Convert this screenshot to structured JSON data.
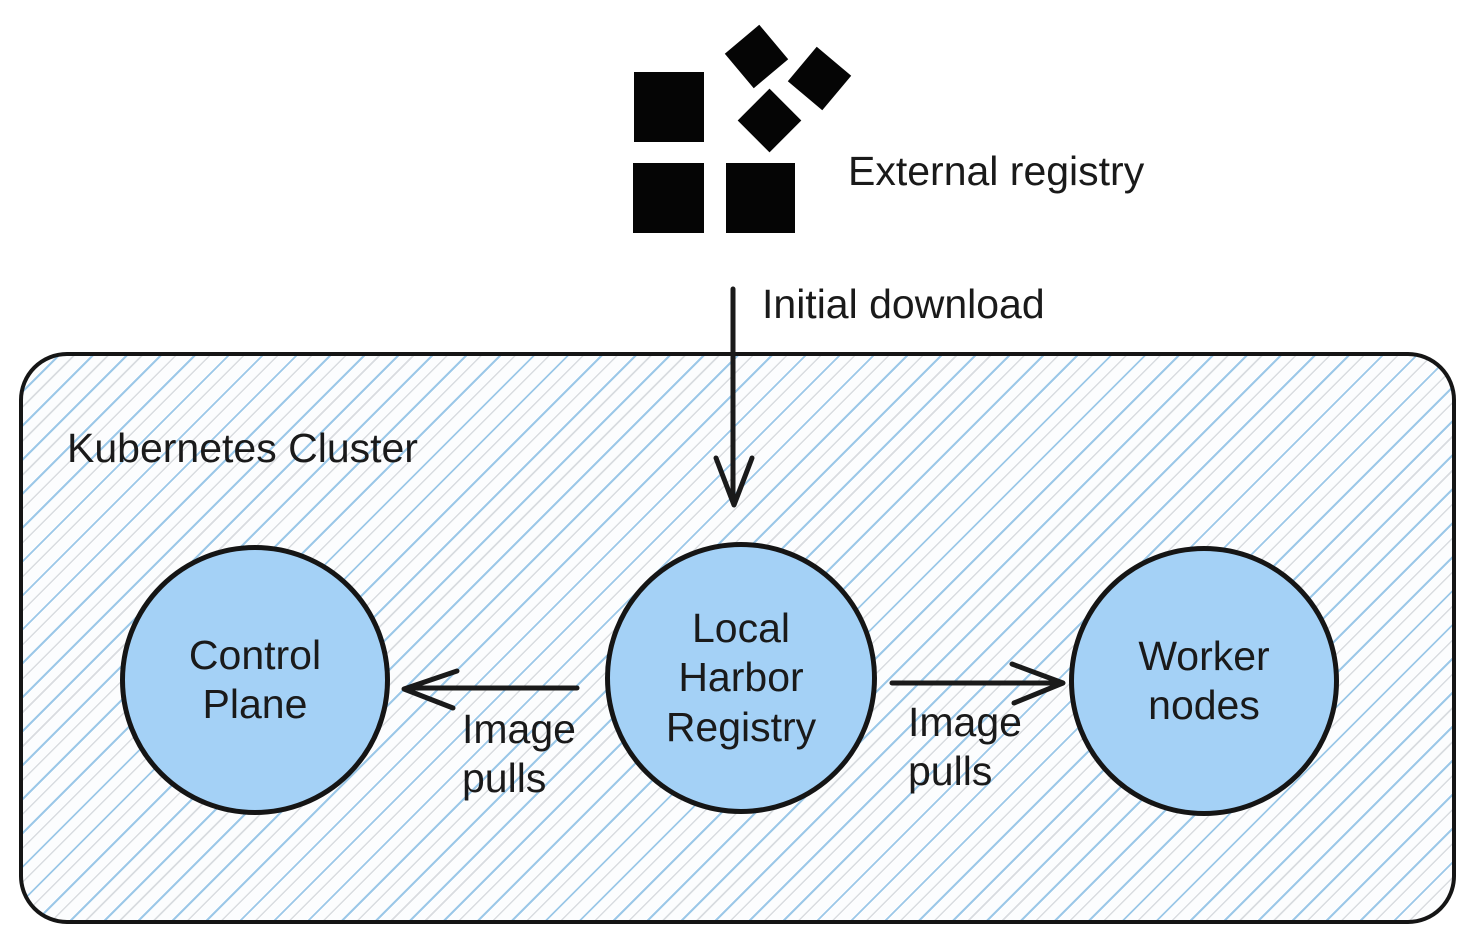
{
  "diagram": {
    "title_none": "",
    "external_registry": {
      "label": "External registry",
      "icon": "container-registry-icon"
    },
    "arrows": {
      "initial_download_label": "Initial download",
      "image_pulls_left_label": "Image\npulls",
      "image_pulls_right_label": "Image\npulls"
    },
    "cluster": {
      "label": "Kubernetes Cluster",
      "nodes": [
        {
          "id": "control-plane",
          "label": "Control\nPlane"
        },
        {
          "id": "local-harbor-registry",
          "label": "Local\nHarbor\nRegistry"
        },
        {
          "id": "worker-nodes",
          "label": "Worker\nnodes"
        }
      ]
    },
    "colors": {
      "node_fill": "#a4d1f6",
      "stroke": "#1a1a1a",
      "hatch_line_blue": "#9cc8e8",
      "cluster_background": "#fcfdfe",
      "icon_black": "#050505"
    }
  }
}
